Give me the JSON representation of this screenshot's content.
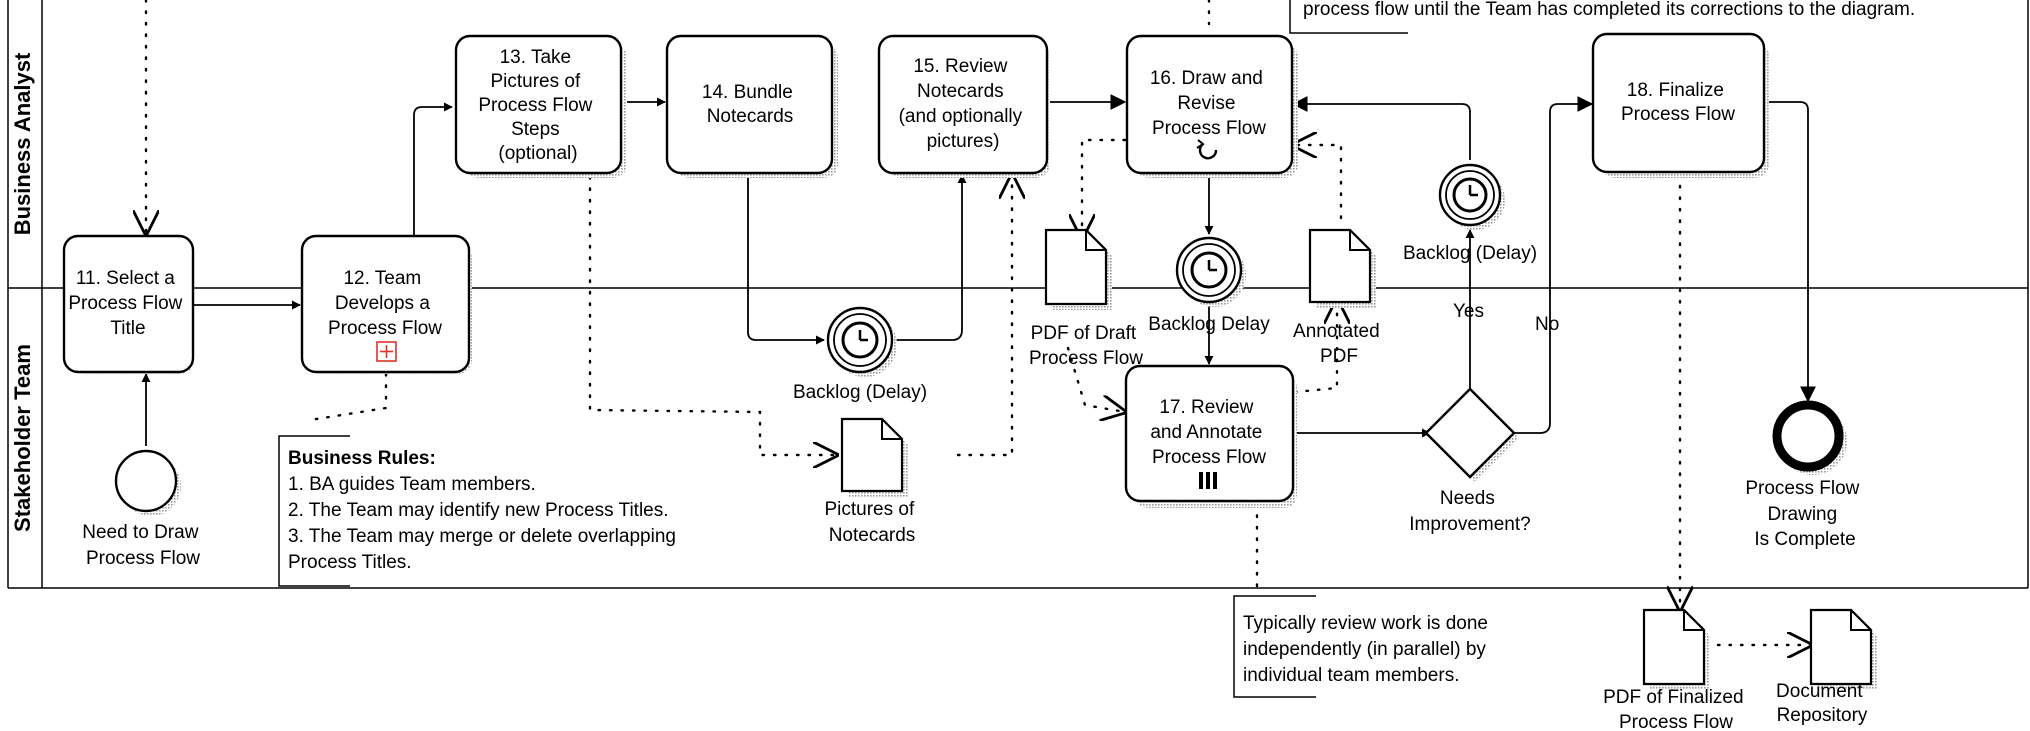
{
  "lanes": {
    "ba": "Business Analyst",
    "team": "Stakeholder Team"
  },
  "tasks": {
    "t11": [
      "11. Select a",
      "Process Flow",
      "Title"
    ],
    "t12": [
      "12. Team",
      "Develops a",
      "Process Flow"
    ],
    "t13": [
      "13. Take",
      "Pictures of",
      "Process Flow",
      "Steps",
      "(optional)"
    ],
    "t14": [
      "14. Bundle",
      "Notecards"
    ],
    "t15": [
      "15. Review",
      "Notecards",
      "(and optionally",
      "pictures)"
    ],
    "t16": [
      "16. Draw and",
      "Revise",
      "Process Flow"
    ],
    "t17": [
      "17. Review",
      "and Annotate",
      "Process Flow"
    ],
    "t18": [
      "18. Finalize",
      "Process Flow"
    ]
  },
  "events": {
    "start": [
      "Need to Draw",
      "Process Flow"
    ],
    "timer14": [
      "Backlog (Delay)"
    ],
    "timer16": [
      "Backlog Delay"
    ],
    "timer18": [
      "Backlog (Delay)"
    ],
    "end": [
      "Process Flow",
      "Drawing",
      "Is Complete"
    ]
  },
  "gateway": {
    "label": [
      "Needs",
      "Improvement?"
    ],
    "yes": "Yes",
    "no": "No"
  },
  "documents": {
    "pictures": [
      "Pictures of",
      "Notecards"
    ],
    "draft_pdf": [
      "PDF of Draft",
      "Process Flow"
    ],
    "annotated": [
      "Annotated",
      "PDF"
    ],
    "final_pdf": [
      "PDF of Finalized",
      "Process Flow"
    ],
    "repo": [
      "Document",
      "Repository"
    ]
  },
  "annotations": {
    "rules_title": "Business Rules:",
    "rules": [
      "1. BA guides Team members.",
      "2. The Team may identify new Process Titles.",
      "3. The Team may merge or delete overlapping",
      "Process Titles."
    ],
    "top": [
      "process flow until the Team has completed its corrections to the diagram."
    ],
    "review": [
      "Typically review work is done",
      "independently (in parallel) by",
      "individual team members."
    ]
  }
}
